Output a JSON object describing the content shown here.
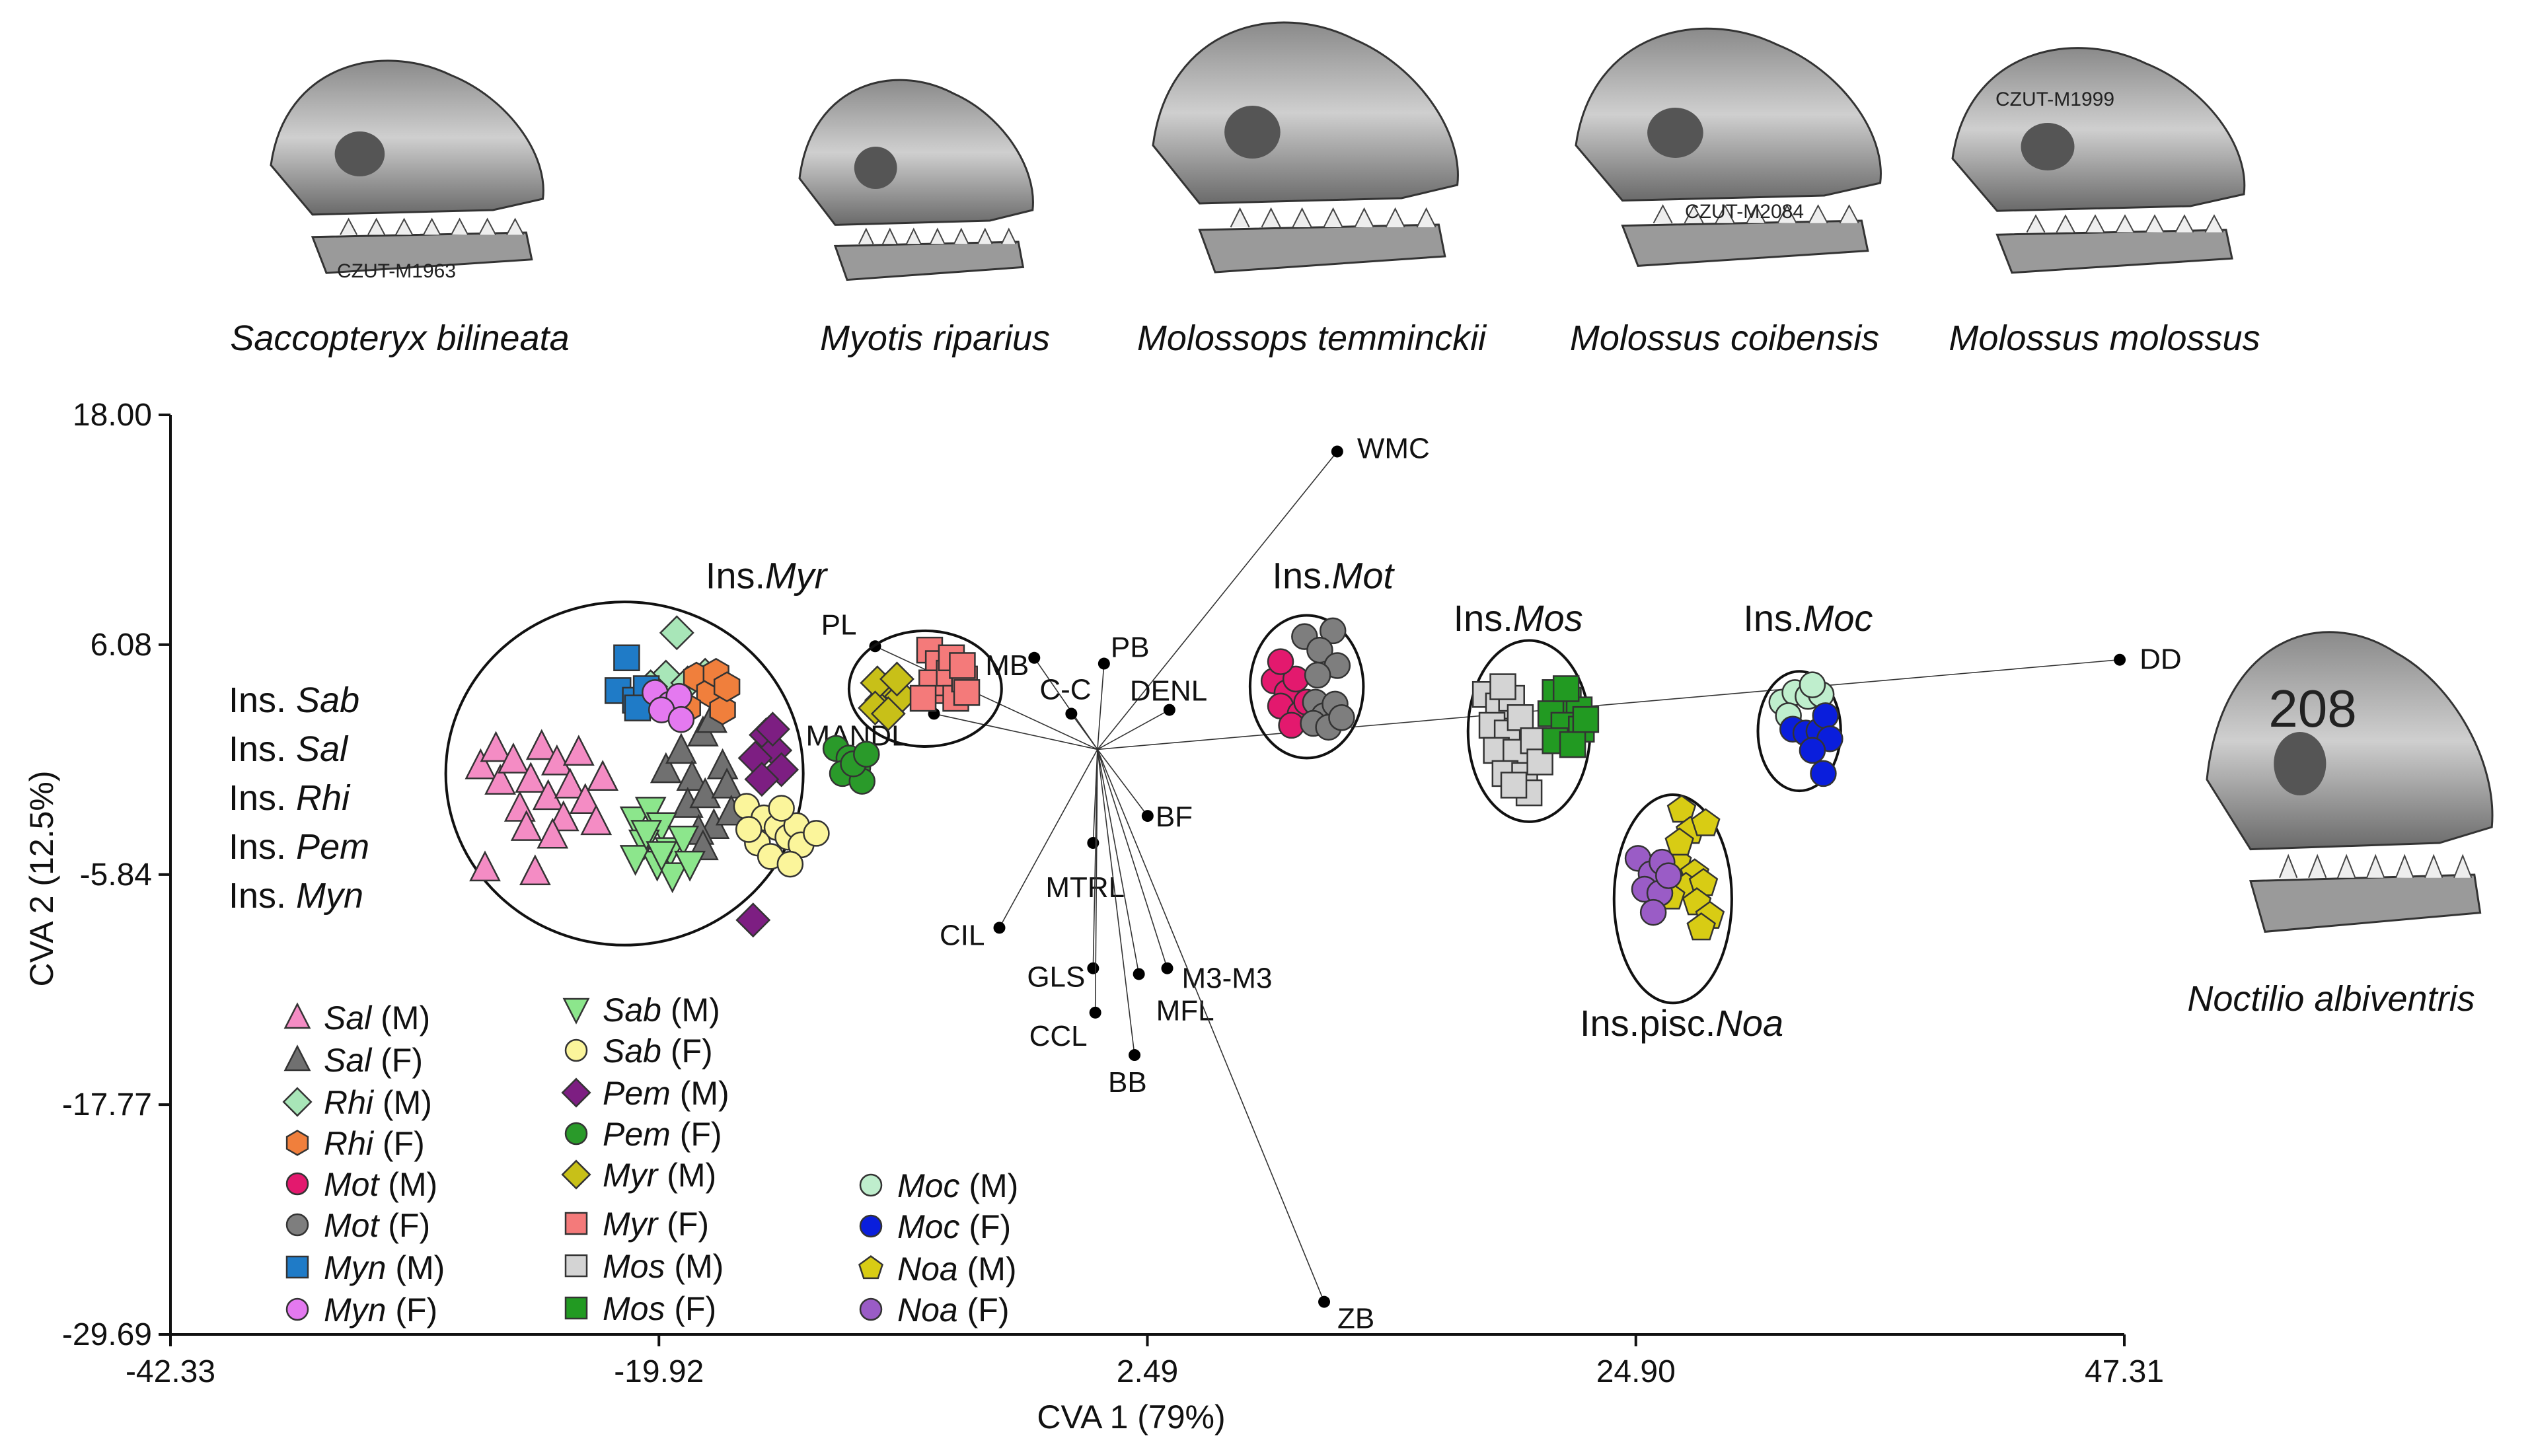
{
  "chart_data": {
    "type": "scatter",
    "title": "",
    "xlabel": "CVA 1 (79%)",
    "ylabel": "CVA 2 (12.5%)",
    "xlim": [
      -42.33,
      47.31
    ],
    "ylim": [
      -29.69,
      18.0
    ],
    "xticks": [
      -42.33,
      -19.92,
      2.49,
      24.9,
      47.31
    ],
    "xtick_labels": [
      "-42.33",
      "-19.92",
      "2.49",
      "24.90",
      "47.31"
    ],
    "yticks": [
      18.0,
      6.08,
      -5.84,
      -17.77,
      -29.69
    ],
    "ytick_labels": [
      "18.00",
      "6.08",
      "-5.84",
      "-17.77",
      "-29.69"
    ],
    "grid": false,
    "legend_position": "bottom-left",
    "biplot_origin": [
      0.2,
      0.65
    ],
    "vectors": [
      {
        "label": "WMC",
        "x": 11.2,
        "y": 16.1
      },
      {
        "label": "DD",
        "x": 47.1,
        "y": 5.3
      },
      {
        "label": "PL",
        "x": -10.0,
        "y": 6.0
      },
      {
        "label": "MB",
        "x": -2.7,
        "y": 5.4
      },
      {
        "label": "PB",
        "x": 0.5,
        "y": 5.1
      },
      {
        "label": "C-C",
        "x": -1.0,
        "y": 2.5
      },
      {
        "label": "DENL",
        "x": 3.5,
        "y": 2.7
      },
      {
        "label": "MANDL",
        "x": -7.3,
        "y": 2.5
      },
      {
        "label": "BF",
        "x": 2.5,
        "y": -2.8
      },
      {
        "label": "MTRL",
        "x": 0.0,
        "y": -4.2
      },
      {
        "label": "CIL",
        "x": -4.3,
        "y": -8.6
      },
      {
        "label": "GLS",
        "x": 0.0,
        "y": -10.7
      },
      {
        "label": "M3-M3",
        "x": 3.4,
        "y": -10.7
      },
      {
        "label": "CCL",
        "x": 0.1,
        "y": -13.0
      },
      {
        "label": "MFL",
        "x": 2.1,
        "y": -11.0
      },
      {
        "label": "BB",
        "x": 1.9,
        "y": -15.2
      },
      {
        "label": "ZB",
        "x": 10.6,
        "y": -28.0
      }
    ],
    "groups": [
      {
        "label": "Ins.",
        "label_italic": "Myr",
        "x": -15.0,
        "y": 9.0
      },
      {
        "label": "Ins.",
        "label_italic": "Mot",
        "x": 11.0,
        "y": 9.0
      },
      {
        "label": "Ins.",
        "label_italic": "Mos",
        "x": 19.5,
        "y": 6.8
      },
      {
        "label": "Ins.",
        "label_italic": "Moc",
        "x": 32.8,
        "y": 6.8
      },
      {
        "label": "Ins.pisc.",
        "label_italic": "Noa",
        "x": 27.0,
        "y": -14.2
      }
    ],
    "side_labels": [
      {
        "label": "Ins.",
        "label_italic": "Sab"
      },
      {
        "label": "Ins.",
        "label_italic": "Sal"
      },
      {
        "label": "Ins.",
        "label_italic": "Rhi"
      },
      {
        "label": "Ins.",
        "label_italic": "Pem"
      },
      {
        "label": "Ins.",
        "label_italic": "Myn"
      }
    ],
    "ellipses": [
      {
        "cx": -21.5,
        "cy": -0.6,
        "rx": 8.2,
        "ry": 8.9
      },
      {
        "cx": -7.7,
        "cy": 3.8,
        "rx": 3.5,
        "ry": 3.0
      },
      {
        "cx": 9.8,
        "cy": 3.9,
        "rx": 2.6,
        "ry": 3.7
      },
      {
        "cx": 20.0,
        "cy": 1.6,
        "rx": 2.8,
        "ry": 4.7
      },
      {
        "cx": 32.4,
        "cy": 1.6,
        "rx": 1.9,
        "ry": 3.1
      },
      {
        "cx": 26.6,
        "cy": -7.1,
        "rx": 2.7,
        "ry": 5.4
      }
    ],
    "series": [
      {
        "name": "Sal",
        "suffix": "(M)",
        "marker": "triangle-up",
        "color": "#f48cc4",
        "points": [
          [
            -28.1,
            -0.2
          ],
          [
            -27.4,
            0.7
          ],
          [
            -27.2,
            -1.0
          ],
          [
            -26.6,
            0.1
          ],
          [
            -26.3,
            -2.4
          ],
          [
            -25.8,
            -0.9
          ],
          [
            -25.3,
            0.8
          ],
          [
            -25.0,
            -1.8
          ],
          [
            -24.6,
            0.0
          ],
          [
            -24.3,
            -2.9
          ],
          [
            -24.0,
            -1.2
          ],
          [
            -23.6,
            0.5
          ],
          [
            -23.3,
            -2.0
          ],
          [
            -22.8,
            -3.1
          ],
          [
            -22.5,
            -0.8
          ],
          [
            -27.9,
            -5.5
          ],
          [
            -25.6,
            -5.7
          ],
          [
            -26.0,
            -3.4
          ],
          [
            -24.8,
            -3.8
          ]
        ]
      },
      {
        "name": "Sal",
        "suffix": "(F)",
        "marker": "triangle-up",
        "color": "#707070",
        "points": [
          [
            -19.6,
            -0.4
          ],
          [
            -18.9,
            0.6
          ],
          [
            -18.4,
            -0.8
          ],
          [
            -17.9,
            1.5
          ],
          [
            -18.6,
            -2.2
          ],
          [
            -17.8,
            -1.7
          ],
          [
            -17.4,
            -3.3
          ],
          [
            -18.1,
            -3.6
          ],
          [
            -17.0,
            -0.2
          ],
          [
            -16.8,
            -1.2
          ],
          [
            -17.5,
            2.2
          ],
          [
            -16.6,
            -2.6
          ],
          [
            -17.9,
            -4.4
          ]
        ]
      },
      {
        "name": "Rhi",
        "suffix": "(M)",
        "marker": "diamond",
        "color": "#a8e6b8",
        "points": [
          [
            -19.1,
            6.7
          ],
          [
            -19.6,
            4.4
          ],
          [
            -18.6,
            4.1
          ],
          [
            -20.3,
            3.9
          ],
          [
            -17.8,
            4.5
          ]
        ]
      },
      {
        "name": "Rhi",
        "suffix": "(F)",
        "marker": "hexagon",
        "color": "#f07f3c",
        "points": [
          [
            -18.2,
            4.4
          ],
          [
            -17.6,
            3.6
          ],
          [
            -17.0,
            2.7
          ],
          [
            -18.6,
            2.8
          ],
          [
            -17.3,
            4.6
          ],
          [
            -16.8,
            3.9
          ]
        ]
      },
      {
        "name": "Mot",
        "suffix": "(M)",
        "marker": "circle",
        "color": "#e3196e",
        "points": [
          [
            8.3,
            4.2
          ],
          [
            8.9,
            3.6
          ],
          [
            9.3,
            4.3
          ],
          [
            8.6,
            2.9
          ],
          [
            9.5,
            2.5
          ],
          [
            9.1,
            1.9
          ],
          [
            8.6,
            5.2
          ],
          [
            9.8,
            3.1
          ]
        ]
      },
      {
        "name": "Mot",
        "suffix": "(F)",
        "marker": "circle",
        "color": "#7e7e7e",
        "points": [
          [
            10.2,
            3.1
          ],
          [
            10.6,
            2.4
          ],
          [
            11.1,
            3.0
          ],
          [
            10.1,
            2.0
          ],
          [
            10.8,
            1.8
          ],
          [
            11.4,
            2.3
          ],
          [
            9.7,
            6.5
          ],
          [
            11.0,
            6.8
          ],
          [
            10.4,
            5.8
          ],
          [
            11.2,
            5.0
          ],
          [
            10.3,
            4.5
          ]
        ]
      },
      {
        "name": "Myn",
        "suffix": "(M)",
        "marker": "square",
        "color": "#1f7bc7",
        "points": [
          [
            -21.4,
            5.4
          ],
          [
            -21.8,
            3.7
          ],
          [
            -21.0,
            3.2
          ],
          [
            -20.5,
            3.8
          ],
          [
            -20.9,
            2.8
          ]
        ]
      },
      {
        "name": "Myn",
        "suffix": "(F)",
        "marker": "circle",
        "color": "#e479f0",
        "points": [
          [
            -20.1,
            3.6
          ],
          [
            -19.4,
            3.0
          ],
          [
            -19.0,
            3.4
          ],
          [
            -19.8,
            2.7
          ],
          [
            -18.9,
            2.2
          ]
        ]
      },
      {
        "name": "Sab",
        "suffix": "(M)",
        "marker": "triangle-down",
        "color": "#8ce68c",
        "points": [
          [
            -21.0,
            -3.0
          ],
          [
            -20.3,
            -2.5
          ],
          [
            -19.8,
            -3.3
          ],
          [
            -20.6,
            -4.2
          ],
          [
            -19.4,
            -4.6
          ],
          [
            -20.0,
            -5.3
          ],
          [
            -21.0,
            -5.0
          ],
          [
            -18.8,
            -4.0
          ],
          [
            -19.3,
            -5.9
          ],
          [
            -18.5,
            -5.3
          ],
          [
            -20.5,
            -3.7
          ],
          [
            -19.8,
            -4.8
          ]
        ]
      },
      {
        "name": "Sab",
        "suffix": "(F)",
        "marker": "circle",
        "color": "#fbf59b",
        "points": [
          [
            -15.9,
            -2.3
          ],
          [
            -15.1,
            -2.9
          ],
          [
            -14.5,
            -3.4
          ],
          [
            -15.4,
            -4.2
          ],
          [
            -14.0,
            -3.9
          ],
          [
            -13.6,
            -3.3
          ],
          [
            -14.8,
            -4.9
          ],
          [
            -13.4,
            -4.3
          ],
          [
            -15.8,
            -3.5
          ],
          [
            -14.3,
            -2.4
          ],
          [
            -12.7,
            -3.7
          ],
          [
            -13.9,
            -5.3
          ]
        ]
      },
      {
        "name": "Pem",
        "suffix": "(M)",
        "marker": "diamond",
        "color": "#7d1e82",
        "points": [
          [
            -15.0,
            1.4
          ],
          [
            -14.6,
            0.6
          ],
          [
            -15.5,
            0.2
          ],
          [
            -14.3,
            -0.4
          ],
          [
            -15.2,
            -0.9
          ],
          [
            -14.7,
            1.7
          ],
          [
            -15.6,
            -8.2
          ]
        ]
      },
      {
        "name": "Pem",
        "suffix": "(F)",
        "marker": "circle",
        "color": "#2a9a2a",
        "points": [
          [
            -11.8,
            0.7
          ],
          [
            -11.2,
            0.2
          ],
          [
            -10.8,
            -0.3
          ],
          [
            -11.5,
            -0.6
          ],
          [
            -10.6,
            -1.0
          ],
          [
            -11.0,
            -0.1
          ],
          [
            -10.4,
            0.4
          ]
        ]
      },
      {
        "name": "Myr",
        "suffix": "(M)",
        "marker": "diamond",
        "color": "#c8c018",
        "points": [
          [
            -9.7,
            3.2
          ],
          [
            -9.2,
            3.8
          ],
          [
            -9.9,
            4.1
          ],
          [
            -10.0,
            2.8
          ],
          [
            -8.8,
            3.4
          ],
          [
            -9.4,
            2.5
          ],
          [
            -9.0,
            4.3
          ]
        ]
      },
      {
        "name": "Myr",
        "suffix": "(F)",
        "marker": "square",
        "color": "#f47a7a",
        "points": [
          [
            -7.5,
            5.8
          ],
          [
            -7.1,
            5.1
          ],
          [
            -6.9,
            3.7
          ],
          [
            -7.4,
            4.1
          ],
          [
            -6.6,
            4.6
          ],
          [
            -6.3,
            3.3
          ],
          [
            -5.9,
            4.3
          ],
          [
            -6.5,
            5.4
          ],
          [
            -5.8,
            3.6
          ],
          [
            -7.8,
            3.3
          ],
          [
            -6.0,
            5.0
          ]
        ]
      },
      {
        "name": "Mos",
        "suffix": "(M)",
        "marker": "square",
        "color": "#d4d4d4",
        "points": [
          [
            18.0,
            3.5
          ],
          [
            18.6,
            2.9
          ],
          [
            19.2,
            3.3
          ],
          [
            18.3,
            1.9
          ],
          [
            19.0,
            1.5
          ],
          [
            19.6,
            2.3
          ],
          [
            18.5,
            0.6
          ],
          [
            19.4,
            0.5
          ],
          [
            18.9,
            -0.6
          ],
          [
            19.8,
            -0.7
          ],
          [
            20.2,
            1.1
          ],
          [
            20.0,
            -1.6
          ],
          [
            18.8,
            3.9
          ],
          [
            20.5,
            0.0
          ],
          [
            19.3,
            -1.2
          ]
        ]
      },
      {
        "name": "Mos",
        "suffix": "(F)",
        "marker": "square",
        "color": "#229a22",
        "points": [
          [
            21.2,
            3.6
          ],
          [
            21.8,
            3.2
          ],
          [
            22.3,
            2.7
          ],
          [
            21.0,
            2.5
          ],
          [
            21.6,
            1.9
          ],
          [
            22.4,
            1.7
          ],
          [
            21.2,
            1.1
          ],
          [
            22.0,
            0.9
          ],
          [
            22.6,
            2.2
          ],
          [
            21.7,
            3.8
          ]
        ]
      },
      {
        "name": "Moc",
        "suffix": "(M)",
        "marker": "circle",
        "color": "#bfeecd",
        "points": [
          [
            31.6,
            3.1
          ],
          [
            32.2,
            3.6
          ],
          [
            32.8,
            3.4
          ],
          [
            33.4,
            3.5
          ],
          [
            33.0,
            4.0
          ],
          [
            31.9,
            2.4
          ]
        ]
      },
      {
        "name": "Moc",
        "suffix": "(F)",
        "marker": "circle",
        "color": "#0a1edc",
        "points": [
          [
            32.1,
            1.7
          ],
          [
            32.7,
            1.5
          ],
          [
            33.3,
            1.6
          ],
          [
            33.6,
            2.4
          ],
          [
            33.8,
            1.2
          ],
          [
            33.0,
            0.6
          ],
          [
            33.5,
            -0.6
          ]
        ]
      },
      {
        "name": "Noa",
        "suffix": "(M)",
        "marker": "pentagon",
        "color": "#d8cc14",
        "points": [
          [
            27.0,
            -2.5
          ],
          [
            27.4,
            -3.6
          ],
          [
            26.8,
            -5.2
          ],
          [
            27.6,
            -5.8
          ],
          [
            27.2,
            -6.5
          ],
          [
            28.0,
            -6.3
          ],
          [
            27.7,
            -7.3
          ],
          [
            28.3,
            -8.0
          ],
          [
            26.5,
            -7.0
          ],
          [
            27.9,
            -8.6
          ],
          [
            26.9,
            -4.2
          ],
          [
            28.1,
            -3.2
          ]
        ]
      },
      {
        "name": "Noa",
        "suffix": "(F)",
        "marker": "circle",
        "color": "#9a5cc6",
        "points": [
          [
            25.0,
            -5.0
          ],
          [
            25.6,
            -5.8
          ],
          [
            26.1,
            -5.2
          ],
          [
            25.3,
            -6.6
          ],
          [
            26.0,
            -6.8
          ],
          [
            26.4,
            -5.9
          ],
          [
            25.7,
            -7.8
          ]
        ]
      }
    ]
  },
  "species": [
    {
      "label": "Saccopteryx bilineata"
    },
    {
      "label": "Myotis riparius"
    },
    {
      "label": "Molossops temminckii"
    },
    {
      "label": "Molossus coibensis"
    },
    {
      "label": "Molossus molossus"
    },
    {
      "label": "Noctilio albiventris"
    }
  ],
  "specimen_tags": [
    "CZUT-M1963",
    "CZUT-M2084",
    "CZUT-M1999",
    "208"
  ]
}
